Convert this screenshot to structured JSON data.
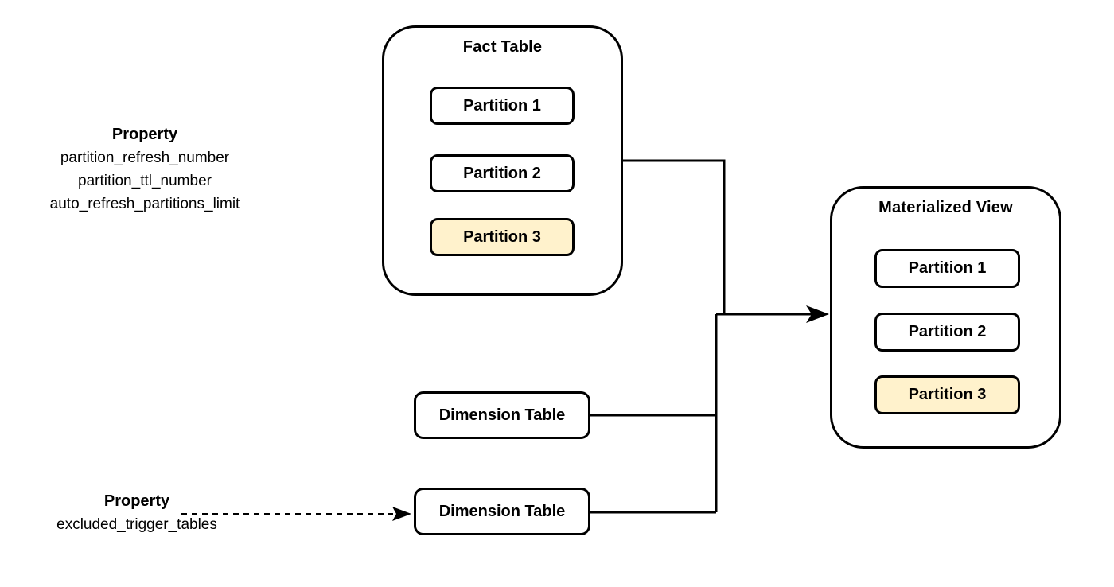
{
  "diagram": {
    "background_color": "#ffffff",
    "stroke_color": "#000000",
    "highlight_fill": "#FFF2CC",
    "fact_table": {
      "title": "Fact Table",
      "partitions": [
        {
          "label": "Partition 1",
          "highlighted": false
        },
        {
          "label": "Partition 2",
          "highlighted": false
        },
        {
          "label": "Partition 3",
          "highlighted": true
        }
      ]
    },
    "materialized_view": {
      "title": "Materialized View",
      "partitions": [
        {
          "label": "Partition 1",
          "highlighted": false
        },
        {
          "label": "Partition 2",
          "highlighted": false
        },
        {
          "label": "Partition 3",
          "highlighted": true
        }
      ]
    },
    "dimension_tables": [
      {
        "label": "Dimension Table"
      },
      {
        "label": "Dimension Table"
      }
    ],
    "property_note_top": {
      "title": "Property",
      "items": [
        "partition_refresh_number",
        "partition_ttl_number",
        "auto_refresh_partitions_limit"
      ]
    },
    "property_note_bottom": {
      "title": "Property",
      "items": [
        "excluded_trigger_tables"
      ]
    }
  }
}
